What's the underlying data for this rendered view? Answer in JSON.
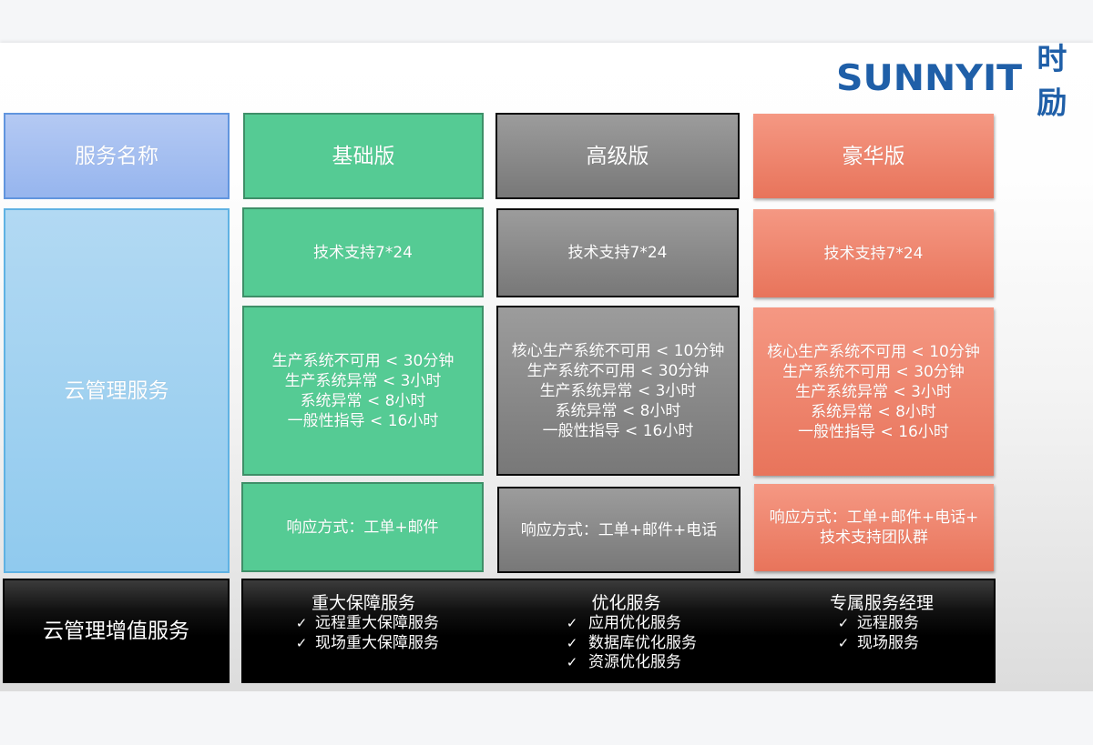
{
  "logo": {
    "brand_en": "SUNNYIT",
    "brand_cn": "时励",
    "color": "#1f5fa8"
  },
  "header": {
    "service_name": "服务名称",
    "tiers": [
      "基础版",
      "高级版",
      "豪华版"
    ]
  },
  "cloud_mgmt": {
    "label": "云管理服务",
    "support": [
      "技术支持7*24",
      "技术支持7*24",
      "技术支持7*24"
    ],
    "sla": {
      "basic": [
        "生产系统不可用 < 30分钟",
        "生产系统异常 < 3小时",
        "系统异常 < 8小时",
        "一般性指导 < 16小时"
      ],
      "advanced": [
        "核心生产系统不可用 < 10分钟",
        "生产系统不可用 < 30分钟",
        "生产系统异常 < 3小时",
        "系统异常 < 8小时",
        "一般性指导 < 16小时"
      ],
      "premium": [
        "核心生产系统不可用 < 10分钟",
        "生产系统不可用 < 30分钟",
        "生产系统异常 < 3小时",
        "系统异常 < 8小时",
        "一般性指导 < 16小时"
      ]
    },
    "response": {
      "basic": [
        "响应方式：工单+邮件"
      ],
      "advanced": [
        "响应方式：工单+邮件+电话"
      ],
      "premium": [
        "响应方式：工单+邮件+电话+",
        "技术支持团队群"
      ]
    }
  },
  "value_added": {
    "label": "云管理增值服务",
    "check_glyph": "✓",
    "groups": [
      {
        "title": "重大保障服务",
        "items": [
          "远程重大保障服务",
          "现场重大保障服务"
        ]
      },
      {
        "title": "优化服务",
        "items": [
          "应用优化服务",
          "数据库优化服务",
          "资源优化服务"
        ]
      },
      {
        "title": "专属服务经理",
        "items": [
          "远程服务",
          "现场服务"
        ]
      }
    ]
  },
  "colors": {
    "service_header_blue": "#a5bff1",
    "cloud_label_blue": "#a1d1f1",
    "basic_green": "#55cb94",
    "advanced_gray": "#8a8a8a",
    "premium_orange": "#f08a70",
    "value_added_black": "#000000"
  }
}
